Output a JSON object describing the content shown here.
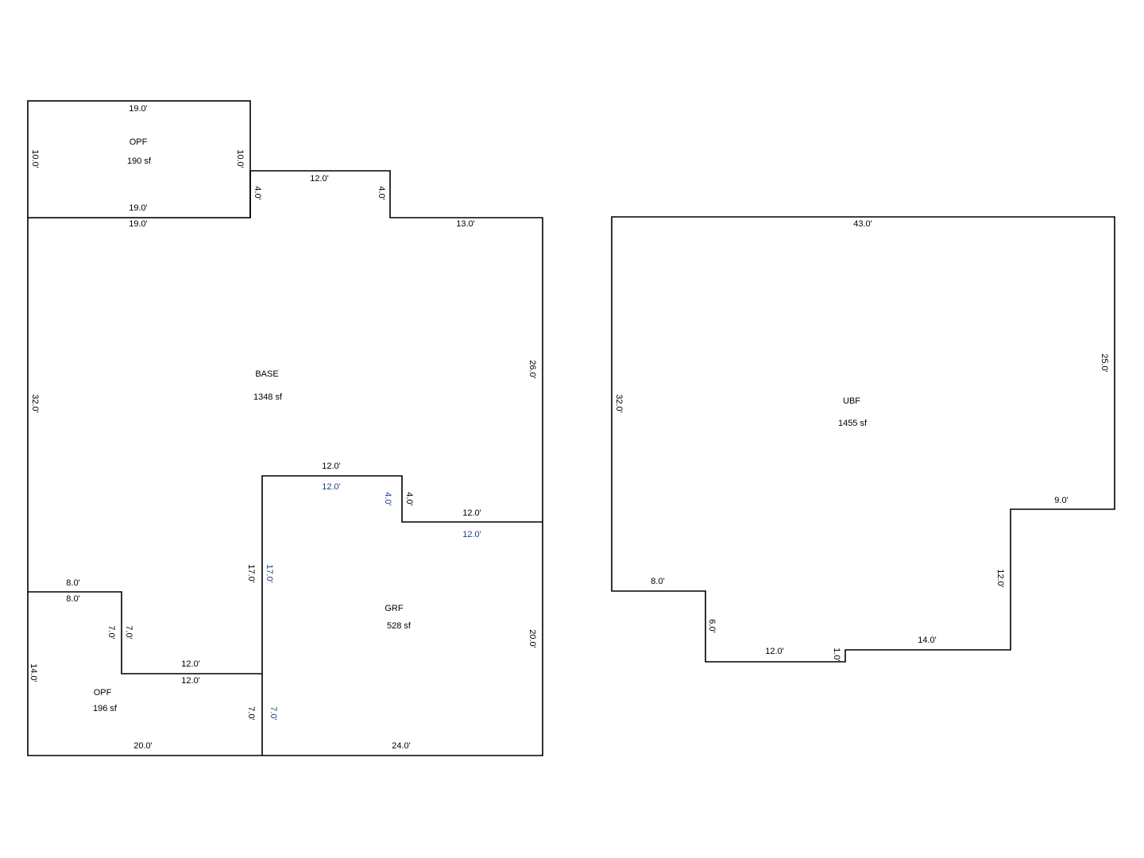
{
  "colors": {
    "line": "#000000",
    "background": "#ffffff",
    "blue_label": "#1f3f8f"
  },
  "areas": {
    "opf_top": {
      "name": "OPF",
      "size": "190 sf"
    },
    "base": {
      "name": "BASE",
      "size": "1348 sf"
    },
    "grf": {
      "name": "GRF",
      "size": "528 sf"
    },
    "opf_bottom": {
      "name": "OPF",
      "size": "196 sf"
    },
    "ubf": {
      "name": "UBF",
      "size": "1455 sf"
    }
  },
  "dimensions": {
    "opf_top_top": "19.0'",
    "opf_top_bottom": "19.0'",
    "opf_top_left": "10.0'",
    "opf_top_right": "10.0'",
    "base_top_under_opf": "19.0'",
    "base_step_left": "4.0'",
    "base_step_top": "12.0'",
    "base_step_right": "4.0'",
    "base_top_right": "13.0'",
    "base_right": "26.0'",
    "base_left": "32.0'",
    "grf_top_outer": "12.0'",
    "grf_top_inner": "12.0'",
    "grf_notch_left": "4.0'",
    "grf_notch_right": "4.0'",
    "grf_step_top": "12.0'",
    "grf_step_inner": "12.0'",
    "grf_left_outer": "17.0'",
    "grf_left_inner": "17.0'",
    "grf_right": "20.0'",
    "grf_bottom": "24.0'",
    "grf_lower_left_outer": "7.0'",
    "grf_lower_left_inner": "7.0'",
    "opf_bot_top_outer": "8.0'",
    "opf_bot_top_inner": "8.0'",
    "opf_bot_step_left": "7.0'",
    "opf_bot_step_right": "7.0'",
    "opf_bot_mid_outer": "12.0'",
    "opf_bot_mid_inner": "12.0'",
    "opf_bot_left": "14.0'",
    "opf_bot_bottom": "20.0'",
    "ubf_top": "43.0'",
    "ubf_left": "32.0'",
    "ubf_right": "25.0'",
    "ubf_step_top": "9.0'",
    "ubf_step_vert": "12.0'",
    "ubf_bottom_right": "14.0'",
    "ubf_small_step": "1.0'",
    "ubf_bottom_mid": "12.0'",
    "ubf_bottom_left_vert": "6.0'",
    "ubf_left_step": "8.0'"
  }
}
